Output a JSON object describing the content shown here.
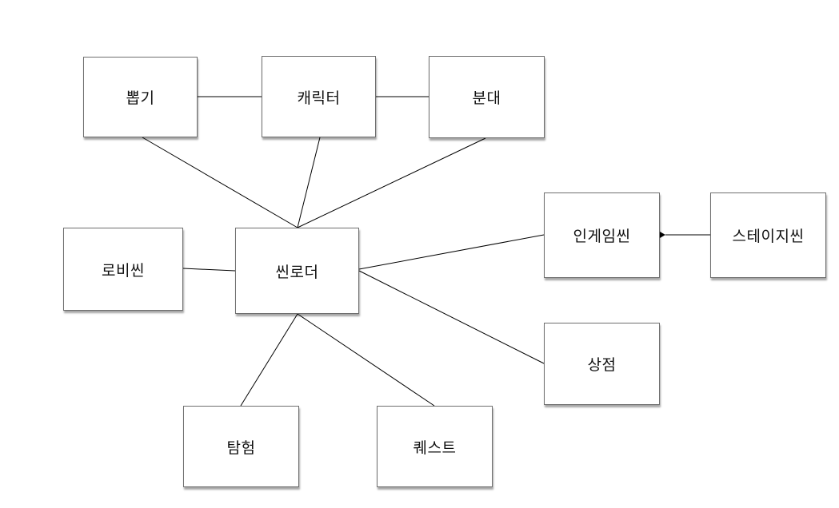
{
  "nodes": {
    "gacha": "뽑기",
    "character": "캐릭터",
    "squad": "분대",
    "lobby": "로비씬",
    "scene_loader": "씬로더",
    "ingame": "인게임씬",
    "stage": "스테이지씬",
    "shop": "상점",
    "explore": "탐험",
    "quest": "퀘스트"
  },
  "connections": [
    {
      "from": "gacha",
      "to": "character"
    },
    {
      "from": "character",
      "to": "squad"
    },
    {
      "from": "gacha",
      "to": "scene_loader"
    },
    {
      "from": "character",
      "to": "scene_loader"
    },
    {
      "from": "squad",
      "to": "scene_loader"
    },
    {
      "from": "lobby",
      "to": "scene_loader"
    },
    {
      "from": "scene_loader",
      "to": "ingame"
    },
    {
      "from": "scene_loader",
      "to": "shop"
    },
    {
      "from": "scene_loader",
      "to": "explore"
    },
    {
      "from": "scene_loader",
      "to": "quest"
    },
    {
      "from": "stage",
      "to": "ingame",
      "end_marker": "diamond"
    }
  ],
  "colors": {
    "line": "#000000",
    "box_border": "#6e6e6e",
    "background": "#ffffff"
  }
}
